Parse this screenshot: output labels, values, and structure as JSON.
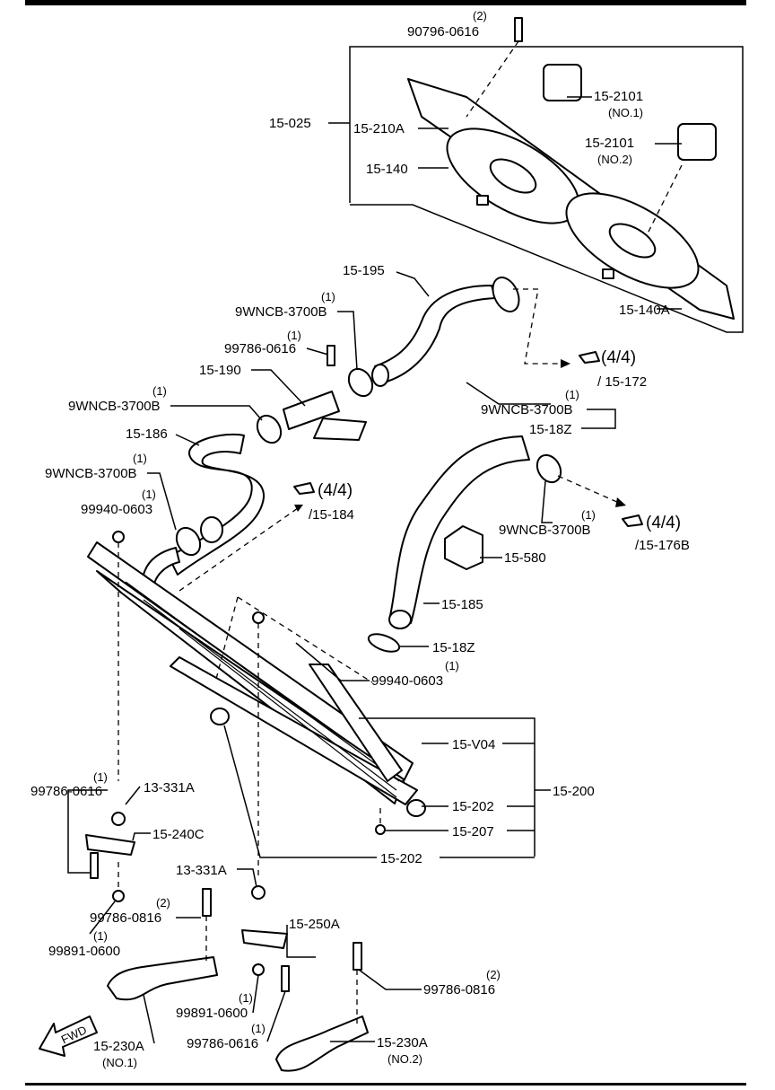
{
  "labels": {
    "l01": "90796-0616",
    "l01q": "(2)",
    "l02": "15-025",
    "l03": "15-210A",
    "l04": "15-2101",
    "l04n": "(NO.1)",
    "l05": "15-2101",
    "l05n": "(NO.2)",
    "l06": "15-140",
    "l07": "15-140A",
    "l08": "15-195",
    "l09": "9WNCB-3700B",
    "l09q": "(1)",
    "l10": "99786-0616",
    "l10q": "(1)",
    "l11": "15-190",
    "l12": "9WNCB-3700B",
    "l12q": "(1)",
    "l13": "15-186",
    "l14": "9WNCB-3700B",
    "l14q": "(1)",
    "l15": "99940-0603",
    "l15q": "(1)",
    "l16": "9WNCB-3700B",
    "l16q": "(1)",
    "l17": "15-18Z",
    "l18": "(4/4)",
    "l18b": "/ 15-172",
    "l19": "(4/4)",
    "l19b": "/15-184",
    "l20": "(4/4)",
    "l20b": "/15-176B",
    "l21": "9WNCB-3700B",
    "l21q": "(1)",
    "l22": "15-580",
    "l23": "15-185",
    "l24": "15-18Z",
    "l25": "99940-0603",
    "l25q": "(1)",
    "l26": "15-V04",
    "l27": "15-200",
    "l28": "15-202",
    "l29": "15-207",
    "l30": "15-202",
    "l31": "99786-0616",
    "l31q": "(1)",
    "l32": "13-331A",
    "l33": "15-240C",
    "l34": "13-331A",
    "l35": "99786-0816",
    "l35q": "(2)",
    "l36": "99891-0600",
    "l36q": "(1)",
    "l37": "15-250A",
    "l38": "99786-0816",
    "l38q": "(2)",
    "l39": "99891-0600",
    "l39q": "(1)",
    "l40": "99786-0616",
    "l40q": "(1)",
    "l41": "15-230A",
    "l41n": "(NO.1)",
    "l42": "15-230A",
    "l42n": "(NO.2)",
    "fwd": "FWD"
  },
  "icons": [
    "reference-hand-icon",
    "fwd-arrow-icon"
  ]
}
